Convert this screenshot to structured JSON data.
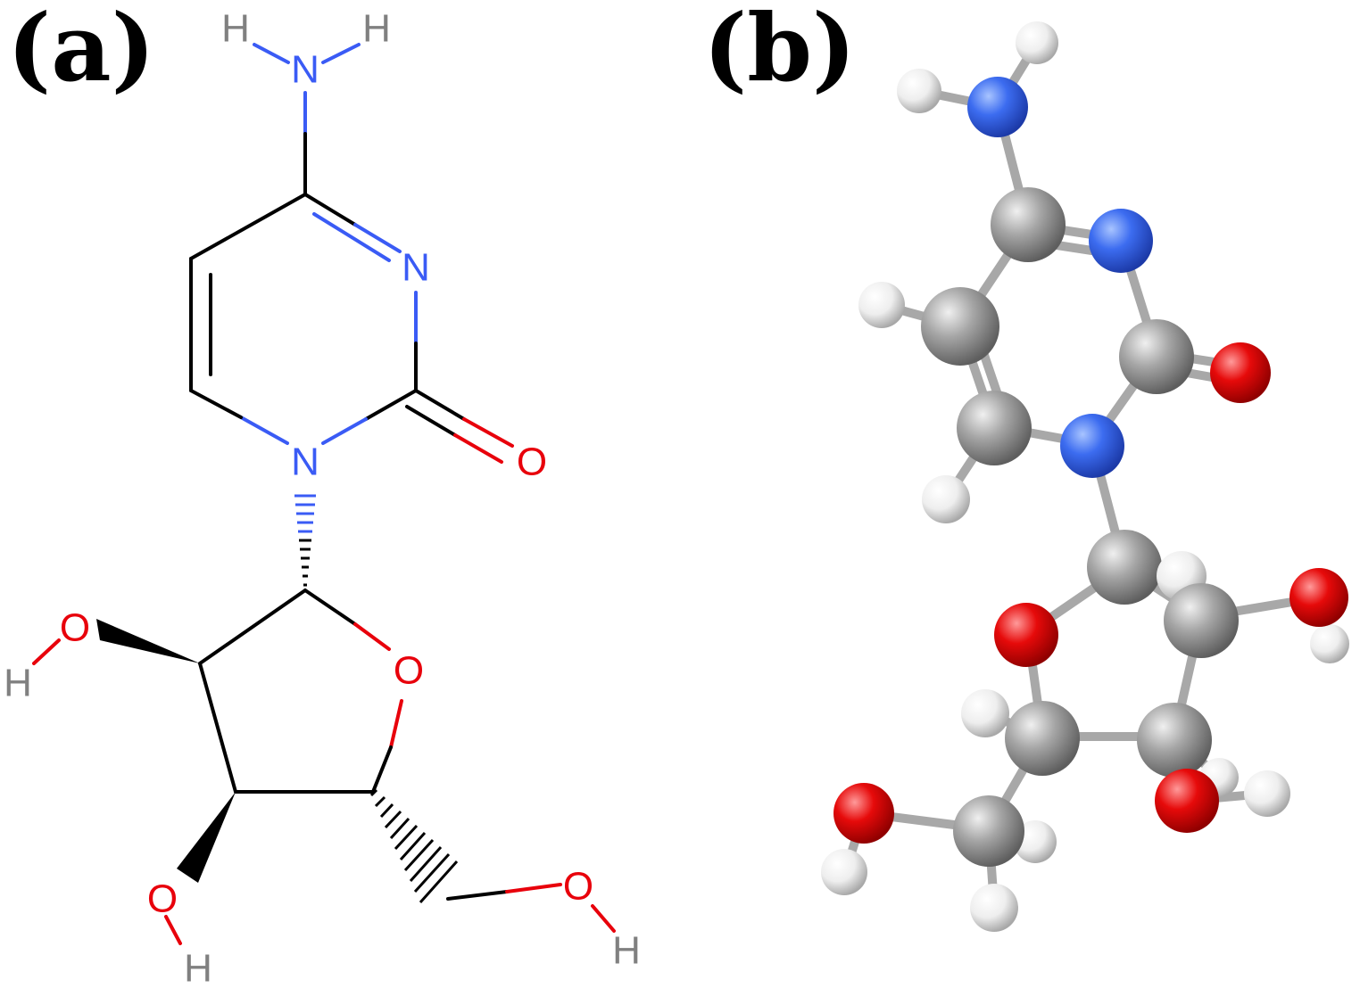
{
  "figure": {
    "panel_a_label": "(a)",
    "panel_b_label": "(b)"
  },
  "structure_2d": {
    "atom_labels": {
      "amino_n": "N",
      "amino_h1": "H",
      "amino_h2": "H",
      "n3": "N",
      "o2": "O",
      "n1": "N",
      "o4_ring": "O",
      "o2_hydroxyl": "O",
      "h2_hydroxyl": "H",
      "o3_hydroxyl": "O",
      "h3_hydroxyl": "H",
      "o5_hydroxyl": "O",
      "h5_hydroxyl": "H"
    }
  },
  "colors": {
    "carbon_bond": "#000000",
    "nitrogen": "#3a5bf5",
    "oxygen": "#e8000b",
    "hydrogen_label": "#808080",
    "ball_carbon": "#9a9a9a",
    "ball_nitrogen": "#3c6cf0",
    "ball_oxygen": "#e60a0a",
    "ball_hydrogen": "#f2f2f2",
    "stick": "#a8a8a8"
  }
}
